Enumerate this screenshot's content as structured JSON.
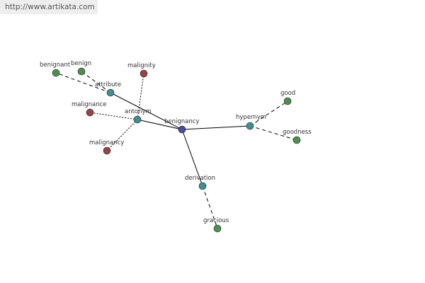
{
  "source_url": "http://www.artikata.com",
  "colors": {
    "center": "#4a4a9e",
    "relation": "#3f8f8f",
    "synonym": "#4e8f4e",
    "antonym": "#944444"
  },
  "nodes": [
    {
      "id": "benignancy",
      "label": "benignancy",
      "kind": "center"
    },
    {
      "id": "attribute",
      "label": "attribute",
      "kind": "relation"
    },
    {
      "id": "antonym",
      "label": "antonym",
      "kind": "relation"
    },
    {
      "id": "hypernym",
      "label": "hypernym",
      "kind": "relation"
    },
    {
      "id": "derivation",
      "label": "derivation",
      "kind": "relation"
    },
    {
      "id": "benignant",
      "label": "benignant",
      "kind": "synonym"
    },
    {
      "id": "benign",
      "label": "benign",
      "kind": "synonym"
    },
    {
      "id": "malignity",
      "label": "malignity",
      "kind": "antonym"
    },
    {
      "id": "malignance",
      "label": "malignance",
      "kind": "antonym"
    },
    {
      "id": "malignancy",
      "label": "malignancy",
      "kind": "antonym"
    },
    {
      "id": "good",
      "label": "good",
      "kind": "synonym"
    },
    {
      "id": "goodness",
      "label": "goodness",
      "kind": "synonym"
    },
    {
      "id": "gracious",
      "label": "gracious",
      "kind": "synonym"
    }
  ],
  "edges": [
    {
      "from": "benignancy",
      "to": "attribute",
      "style": "solid"
    },
    {
      "from": "benignancy",
      "to": "antonym",
      "style": "solid"
    },
    {
      "from": "benignancy",
      "to": "hypernym",
      "style": "solid"
    },
    {
      "from": "benignancy",
      "to": "derivation",
      "style": "solid"
    },
    {
      "from": "attribute",
      "to": "benignant",
      "style": "dashed"
    },
    {
      "from": "attribute",
      "to": "benign",
      "style": "dashed"
    },
    {
      "from": "antonym",
      "to": "malignity",
      "style": "dotted"
    },
    {
      "from": "antonym",
      "to": "malignance",
      "style": "dotted"
    },
    {
      "from": "antonym",
      "to": "malignancy",
      "style": "dotted"
    },
    {
      "from": "hypernym",
      "to": "good",
      "style": "dashed"
    },
    {
      "from": "hypernym",
      "to": "goodness",
      "style": "dashed"
    },
    {
      "from": "derivation",
      "to": "gracious",
      "style": "dashed"
    }
  ]
}
